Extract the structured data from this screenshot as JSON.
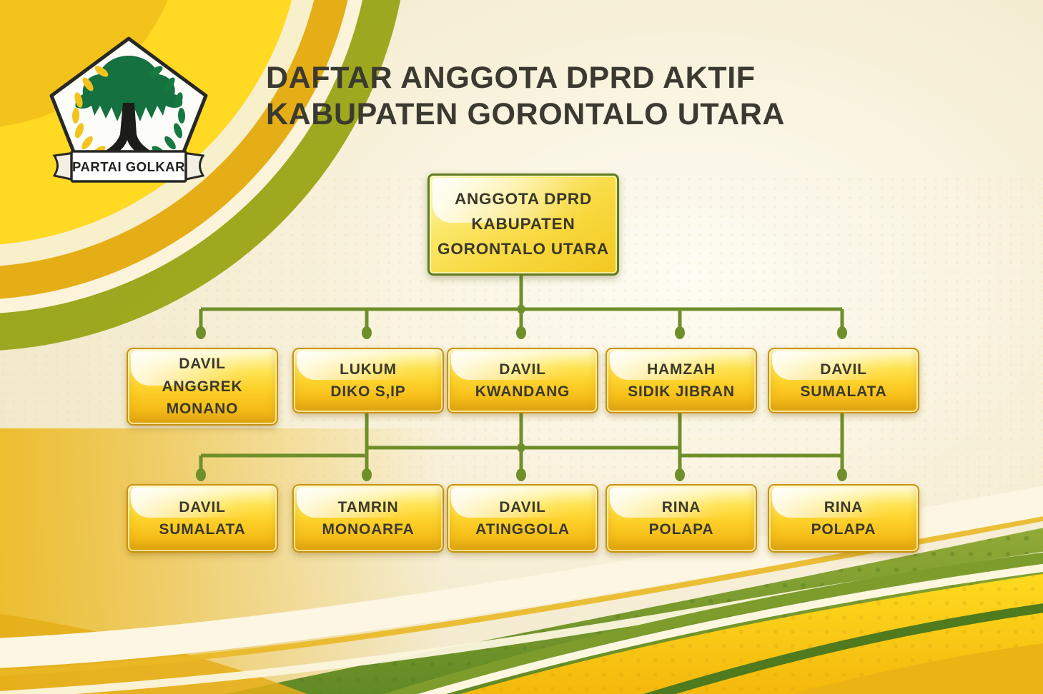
{
  "poster": {
    "title": "DAFTAR ANGGOTA DPRD AKTIF\nKABUPATEN GORONTALO UTARA",
    "logo": {
      "party_name": "PARTAI GOLKAR",
      "emblem": "golkar-banyan-tree-pentagon"
    },
    "org_chart": {
      "type": "org-tree",
      "root": {
        "label": "ANGGOTA DPRD\nKABUPATEN\nGORONTALO UTARA"
      },
      "level1": [
        {
          "label": "DAVIL\nANGGREK\nMONANO"
        },
        {
          "label": "LUKUM\nDIKO S,IP"
        },
        {
          "label": "DAVIL\nKWANDANG"
        },
        {
          "label": "HAMZAH\nSIDIK JIBRAN"
        },
        {
          "label": "DAVIL\nSUMALATA"
        }
      ],
      "level2": [
        {
          "label": "DAVIL\nSUMALATA"
        },
        {
          "label": "TAMRIN\nMONOARFA"
        },
        {
          "label": "DAVIL\nATINGGOLA"
        },
        {
          "label": "RINA\nPOLAPA"
        },
        {
          "label": "RINA\nPOLAPA"
        }
      ]
    },
    "colors": {
      "node_gold": "#fdd22b",
      "node_border": "#c8930e",
      "root_border": "#5e7c20",
      "connector_green": "#6e8f2a",
      "title_text": "#3b3930",
      "background_cream": "#f6eed8",
      "wave_yellow": "#ffd81e",
      "wave_green": "#7d9c2f"
    }
  }
}
